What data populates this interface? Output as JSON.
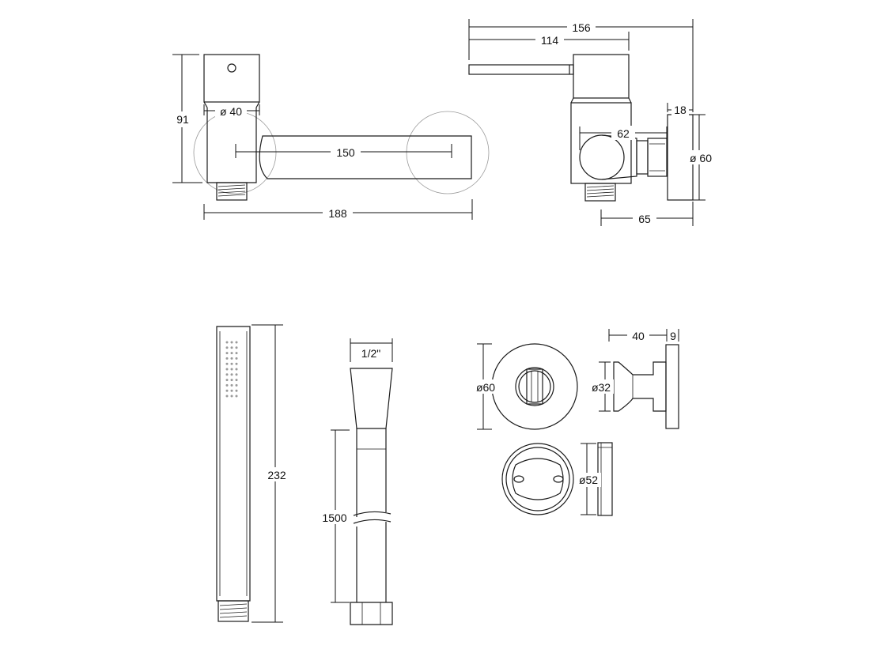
{
  "dimensions": {
    "mixer_height": "91",
    "mixer_body_diameter": "ø 40",
    "spout_length_150": "150",
    "mixer_width_188": "188",
    "overall_depth_156": "156",
    "lever_reach_114": "114",
    "flange_thickness_18": "18",
    "connector_length_62": "62",
    "flange_diameter_60": "ø 60",
    "wall_projection_65": "65",
    "hand_shower_length": "232",
    "hose_fitting": "1/2\"",
    "hose_length": "1500",
    "holder_plate_diameter": "ø60",
    "holder_neck_diameter": "ø32",
    "holder_depth_40": "40",
    "holder_plate_thickness_9": "9",
    "cover_diameter": "ø52"
  },
  "colors": {
    "line": "#1a1a1a",
    "faint_line": "#9a9a9a",
    "background": "#ffffff"
  }
}
